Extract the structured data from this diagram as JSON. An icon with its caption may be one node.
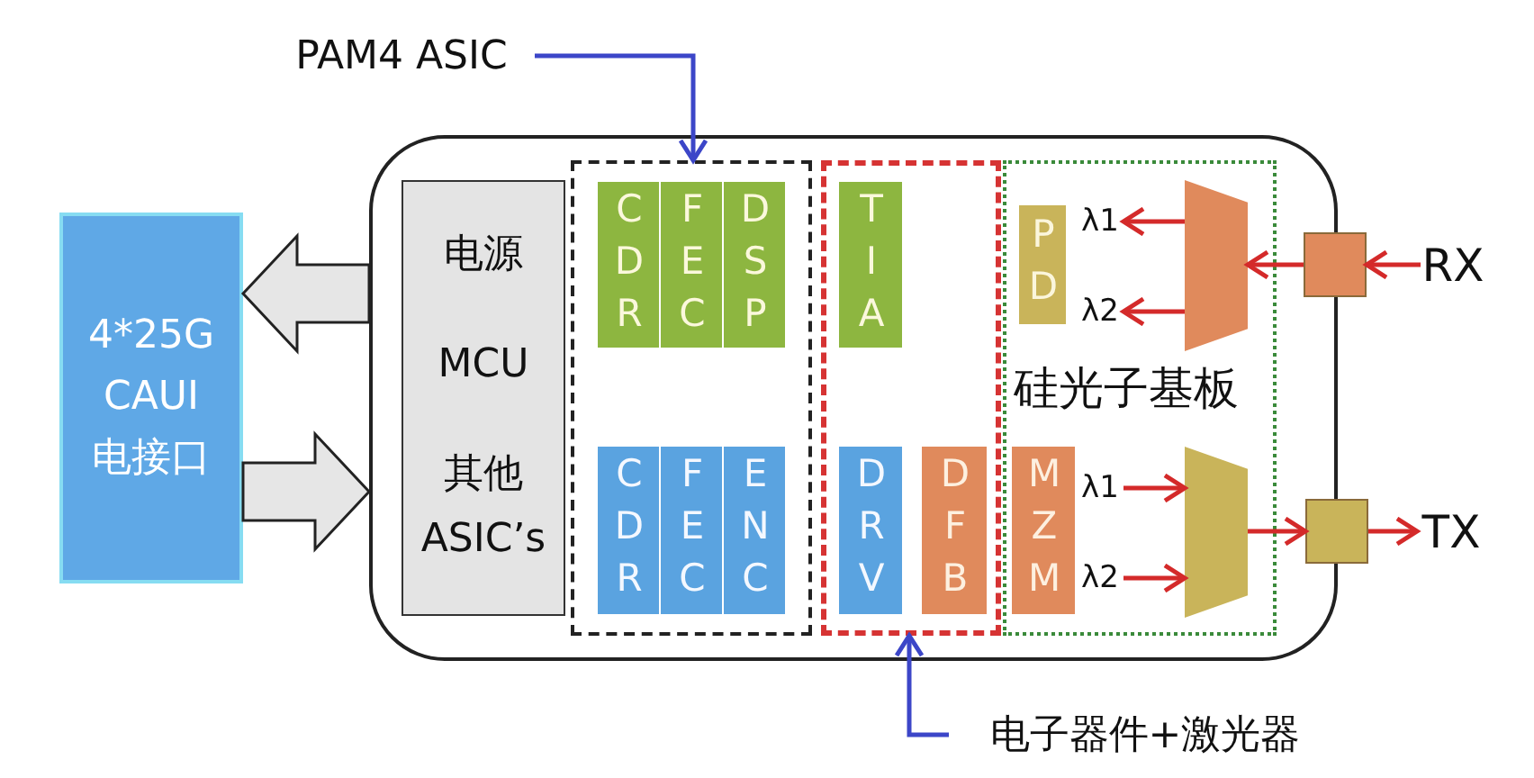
{
  "diagram": {
    "nodes": [
      {
        "text": [],
        "shape": "box"
      },
      {
        "text": [
          "4*25G CAUI 电接口"
        ]
      },
      {
        "text": [
          "电源",
          "MCU",
          "其他 ASIC’s"
        ],
        "in": 0
      },
      {
        "text": [],
        "shape": "box",
        "in": 0
      },
      {
        "text": [],
        "shape": "box",
        "in": 0
      },
      {
        "text": [
          "硅光子基板"
        ],
        "in": 0
      },
      {
        "text": [
          "CDR"
        ],
        "in": 3
      },
      {
        "text": [
          "FEC"
        ],
        "in": 3
      },
      {
        "text": [
          "DSP"
        ],
        "in": 3
      },
      {
        "text": [
          "CDR"
        ],
        "in": 3
      },
      {
        "text": [
          "FEC"
        ],
        "in": 3
      },
      {
        "text": [
          "ENC"
        ],
        "in": 3
      },
      {
        "text": [
          "TIA"
        ],
        "in": 4
      },
      {
        "text": [
          "DRV"
        ],
        "in": 4
      },
      {
        "text": [
          "DFB"
        ],
        "in": 4
      },
      {
        "text": [
          "PD"
        ],
        "in": 5
      },
      {
        "text": [],
        "shape": "trapezoid",
        "in": 5
      },
      {
        "text": [
          "MZM"
        ],
        "in": 5
      },
      {
        "text": [],
        "shape": "trapezoid",
        "in": 5
      },
      {
        "text": [],
        "shape": "box"
      },
      {
        "text": [],
        "shape": "box"
      },
      {
        "text": [
          "RX"
        ]
      },
      {
        "text": [
          "TX"
        ]
      },
      {
        "text": [
          "λ1"
        ],
        "in": 5
      },
      {
        "text": [
          "λ2"
        ],
        "in": 5
      },
      {
        "text": [
          "λ1"
        ],
        "in": 5
      },
      {
        "text": [
          "λ2"
        ],
        "in": 5
      },
      {
        "text": [
          "PAM4 ASIC"
        ]
      },
      {
        "text": [
          "电子器件+激光器"
        ]
      }
    ],
    "edges": [
      {
        "from": 0,
        "to": 1,
        "arrow": "to",
        "style": "thick",
        "color": "#e6e6e6"
      },
      {
        "from": 1,
        "to": 0,
        "arrow": "to",
        "style": "thick",
        "color": "#e6e6e6"
      },
      {
        "from": 21,
        "to": 19,
        "arrow": "to"
      },
      {
        "from": 19,
        "to": 16,
        "arrow": "to"
      },
      {
        "from": 16,
        "to": 23,
        "arrow": "to"
      },
      {
        "from": 16,
        "to": 24,
        "arrow": "to"
      },
      {
        "from": 25,
        "to": 18,
        "arrow": "to"
      },
      {
        "from": 26,
        "to": 18,
        "arrow": "to"
      },
      {
        "from": 18,
        "to": 20,
        "arrow": "to"
      },
      {
        "from": 20,
        "to": 22,
        "arrow": "to"
      },
      {
        "from": 27,
        "to": 3,
        "arrow": "to",
        "color": "#3c46c8"
      },
      {
        "from": 28,
        "to": 4,
        "arrow": "to",
        "color": "#3c46c8"
      }
    ]
  }
}
